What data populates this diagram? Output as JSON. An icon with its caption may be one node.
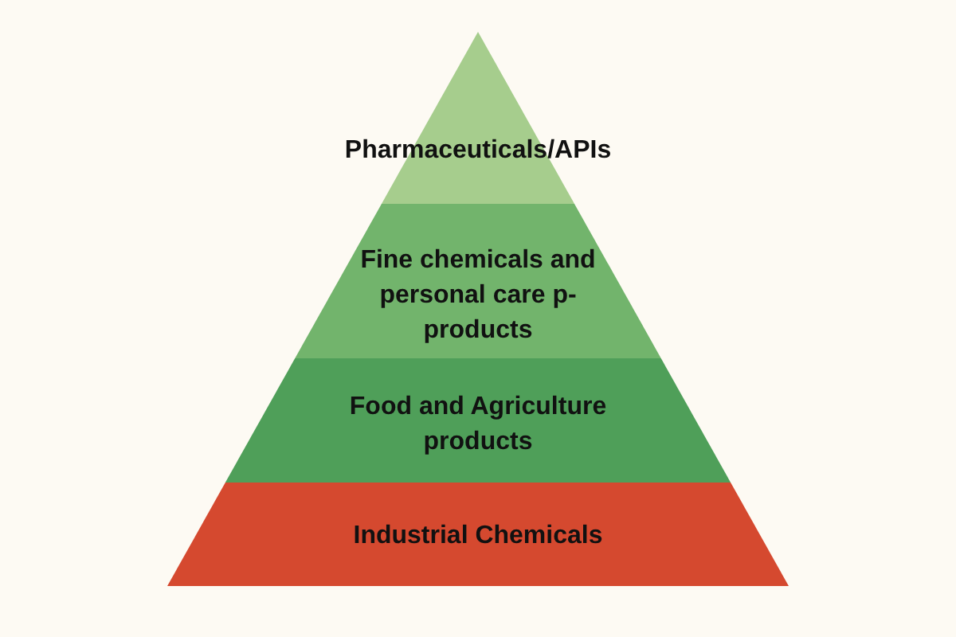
{
  "diagram": {
    "nodes": [
      {
        "text": [
          "Pharmaceuticals/APIs"
        ]
      },
      {
        "text": [
          "Fine chemicals and personal care p- products"
        ]
      },
      {
        "text": [
          "Food and Agriculture products"
        ]
      },
      {
        "text": [
          "Industrial Chemicals"
        ]
      }
    ]
  }
}
